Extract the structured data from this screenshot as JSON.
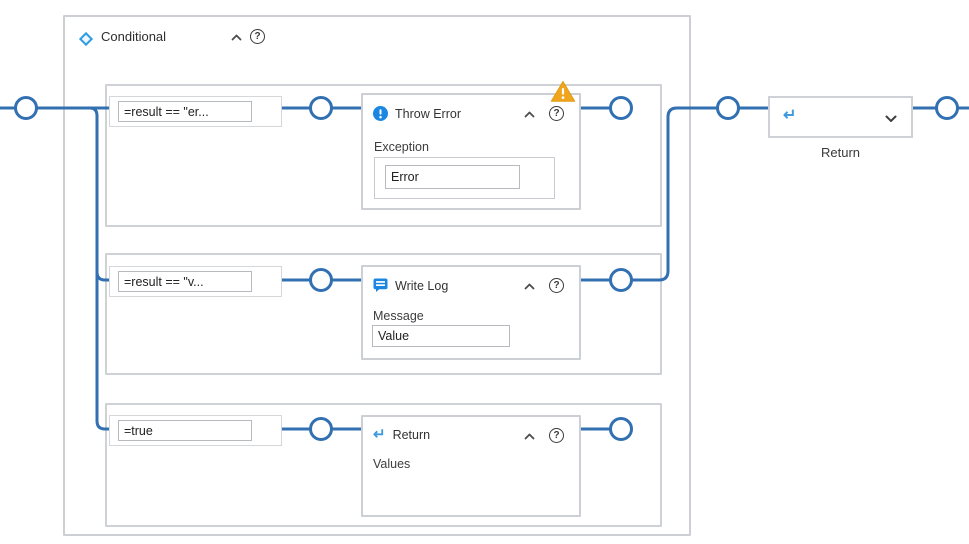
{
  "header": {
    "title": "Conditional"
  },
  "branches": [
    {
      "condition": "=result == \"er..."
    },
    {
      "condition": "=result == \"v..."
    },
    {
      "condition": "=true"
    }
  ],
  "nodes": {
    "throw_error": {
      "title": "Throw Error",
      "field_label": "Exception",
      "field_value": "Error"
    },
    "write_log": {
      "title": "Write Log",
      "field_label": "Message",
      "field_value": "Value"
    },
    "return_inner": {
      "title": "Return",
      "field_label": "Values"
    }
  },
  "end_node": {
    "label": "Return"
  },
  "icons": {
    "help_glyph": "?",
    "return_glyph": "↵"
  },
  "colors": {
    "connector_blue": "#3270b2",
    "icon_blue": "#1b87e2",
    "diamond_blue": "#2f9ce3",
    "warning_amber": "#f0a51c",
    "border_gray": "#ccd0d5"
  }
}
